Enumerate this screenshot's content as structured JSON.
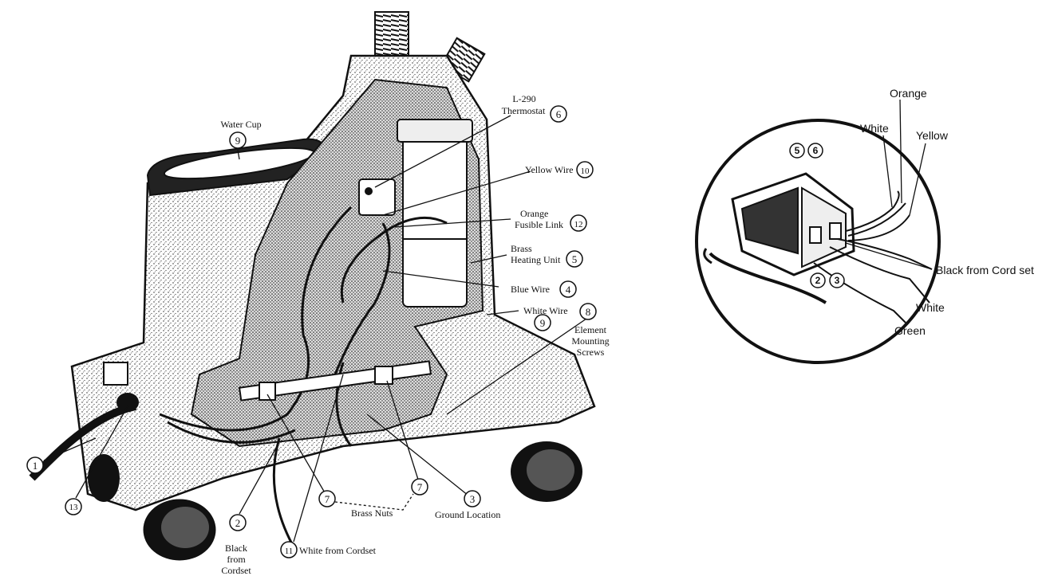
{
  "left_figure": {
    "callouts": {
      "c1": "1",
      "c2": "2",
      "c3": "3",
      "c4": "4",
      "c5": "5",
      "c6": "6",
      "c7a": "7",
      "c7b": "7",
      "c8": "8",
      "c9a": "9",
      "c9b": "9",
      "c10": "10",
      "c11": "11",
      "c12": "12",
      "c13": "13"
    },
    "labels": {
      "water_cup": "Water Cup",
      "thermostat_line1": "L-290",
      "thermostat_line2": "Thermostat",
      "yellow_wire": "Yellow Wire",
      "orange_line1": "Orange",
      "orange_line2": "Fusible Link",
      "brass_line1": "Brass",
      "brass_line2": "Heating Unit",
      "blue_wire": "Blue Wire",
      "white_wire": "White Wire",
      "element_line1": "Element",
      "element_line2": "Mounting",
      "element_line3": "Screws",
      "ground_location": "Ground Location",
      "brass_nuts": "Brass Nuts",
      "black_line1": "Black",
      "black_line2": "from",
      "black_line3": "Cordset",
      "white_from_cordset": "White from Cordset"
    }
  },
  "right_figure": {
    "callouts": {
      "c5": "5",
      "c6": "6",
      "c2": "2",
      "c3": "3"
    },
    "labels": {
      "orange": "Orange",
      "white_top": "White",
      "yellow": "Yellow",
      "black_from_cord_set": "Black from Cord set",
      "white_bottom": "White",
      "green": "Green"
    }
  }
}
